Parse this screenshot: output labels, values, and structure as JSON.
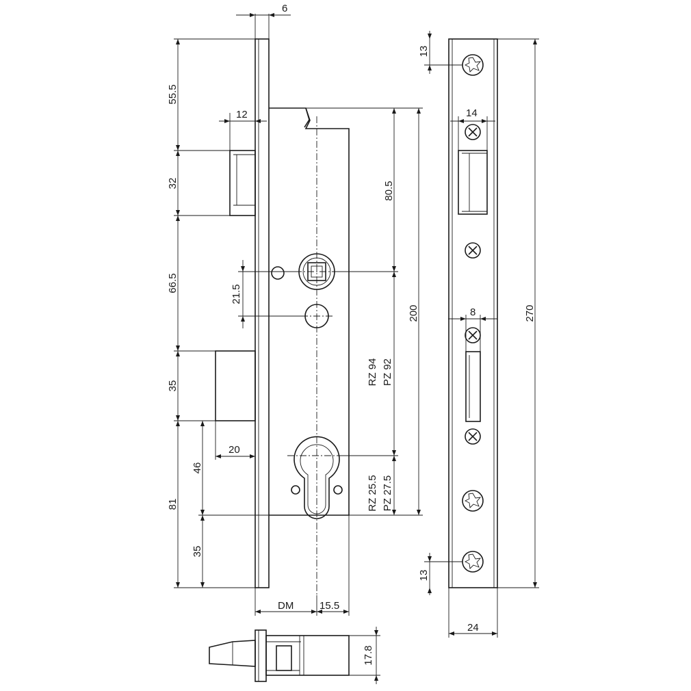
{
  "dims": {
    "d6": "6",
    "d55_5": "55.5",
    "d12": "12",
    "d32": "32",
    "d66_5": "66.5",
    "d21_5": "21.5",
    "d35a": "35",
    "d20": "20",
    "d46": "46",
    "d81": "81",
    "d35b": "35",
    "d80_5": "80.5",
    "d200": "200",
    "rz94": "RZ 94",
    "pz92": "PZ 92",
    "rz25_5": "RZ 25.5",
    "pz27_5": "PZ 27.5",
    "dm": "DM",
    "d15_5": "15.5",
    "d13a": "13",
    "d14": "14",
    "d8": "8",
    "d270": "270",
    "d13b": "13",
    "d24": "24",
    "d17_8": "17.8"
  }
}
